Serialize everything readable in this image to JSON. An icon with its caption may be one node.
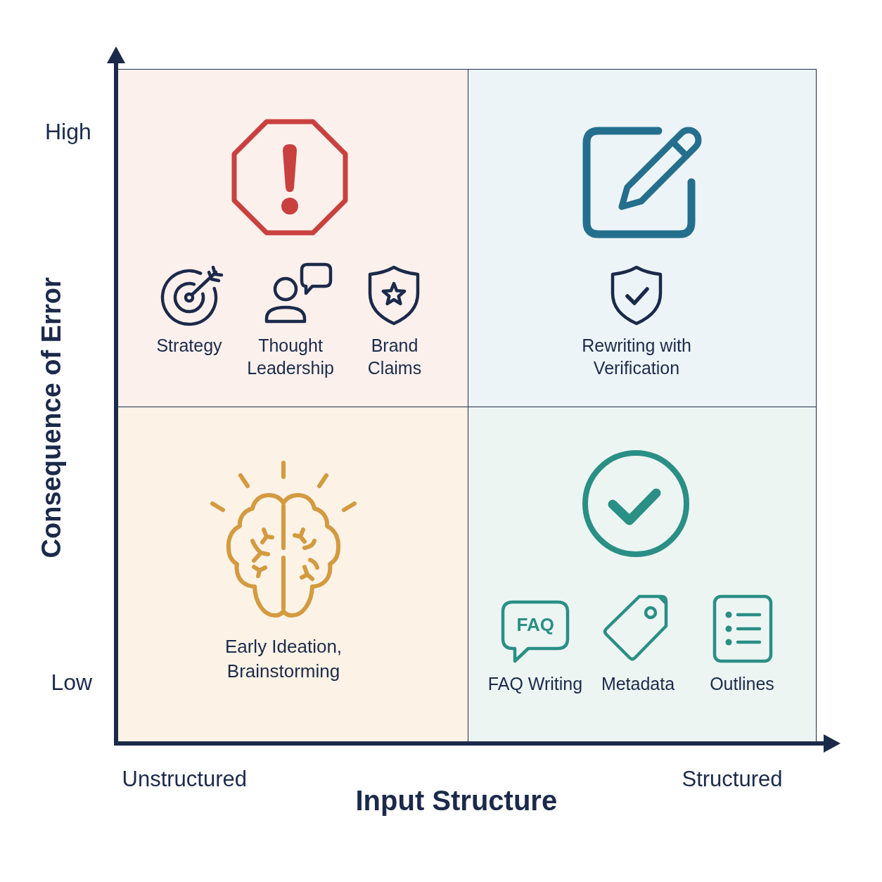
{
  "diagram": {
    "nodes": [
      {
        "text": [
          "Strategy",
          "Thought Leadership",
          "Brand Claims"
        ]
      },
      {
        "text": [
          "Rewriting with Verification"
        ]
      },
      {
        "text": [
          "Early Ideation, Brainstorming"
        ]
      },
      {
        "text": [
          "FAQ Writing",
          "Metadata",
          "Outlines"
        ]
      },
      {
        "text": [
          "FAQ"
        ],
        "in": 3
      }
    ],
    "labels": [
      "High",
      "Consequence of Error",
      "Low",
      "Unstructured",
      "Structured",
      "Input Structure"
    ]
  }
}
